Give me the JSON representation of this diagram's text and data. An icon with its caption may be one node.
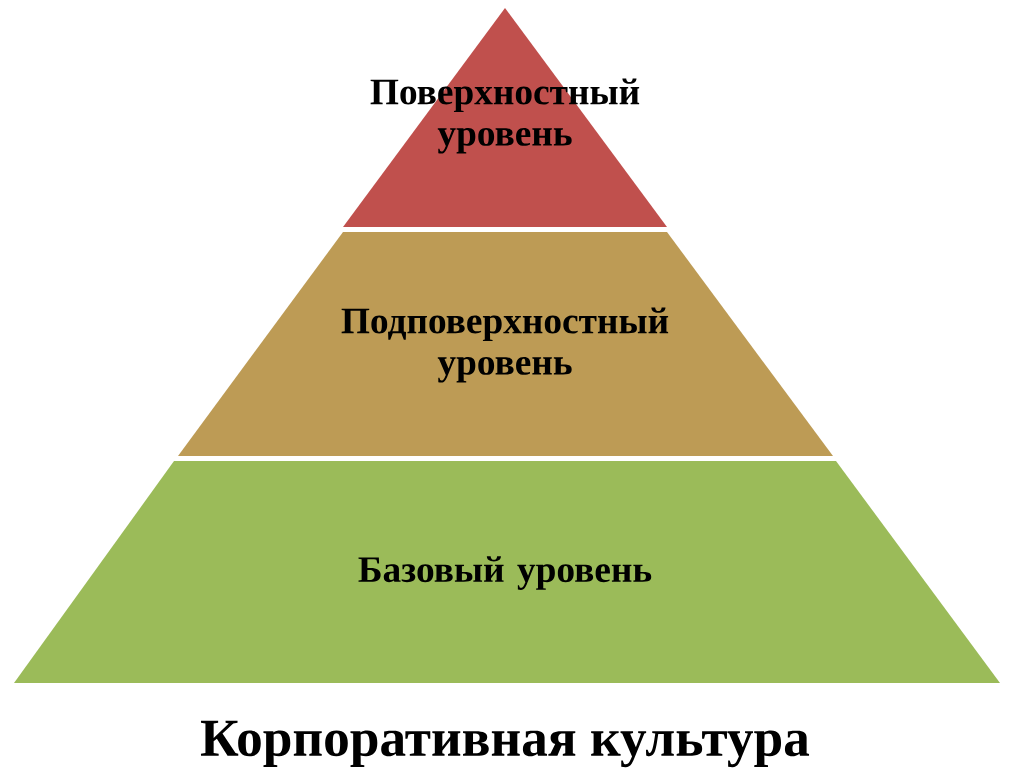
{
  "diagram": {
    "caption": "Корпоративная культура",
    "nodes": [
      {
        "text": [
          "Поверхностный уровень"
        ]
      },
      {
        "text": [
          "Подповерхностный уровень"
        ]
      },
      {
        "text": [
          "Базовый уровень"
        ]
      }
    ]
  }
}
